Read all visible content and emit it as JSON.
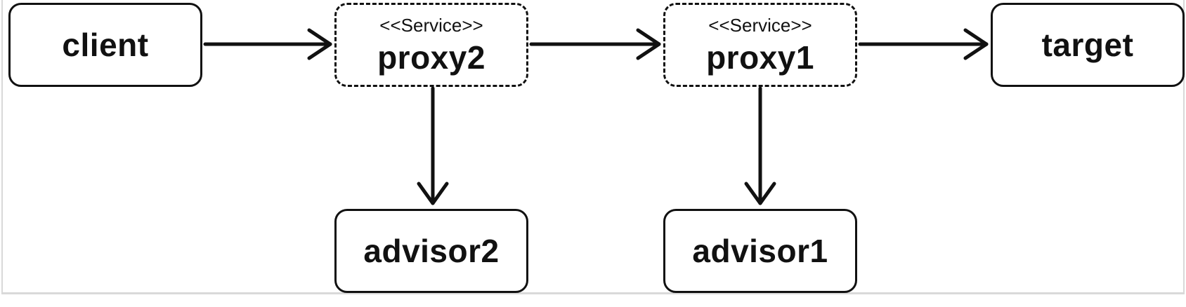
{
  "diagram": {
    "nodes": {
      "client": {
        "label": "client"
      },
      "proxy2": {
        "stereotype": "<<Service>>",
        "label": "proxy2"
      },
      "proxy1": {
        "stereotype": "<<Service>>",
        "label": "proxy1"
      },
      "target": {
        "label": "target"
      },
      "advisor2": {
        "label": "advisor2"
      },
      "advisor1": {
        "label": "advisor1"
      }
    },
    "edges": [
      {
        "from": "client",
        "to": "proxy2"
      },
      {
        "from": "proxy2",
        "to": "proxy1"
      },
      {
        "from": "proxy1",
        "to": "target"
      },
      {
        "from": "proxy2",
        "to": "advisor2"
      },
      {
        "from": "proxy1",
        "to": "advisor1"
      }
    ],
    "colors": {
      "stroke": "#111111",
      "background": "#ffffff"
    }
  }
}
